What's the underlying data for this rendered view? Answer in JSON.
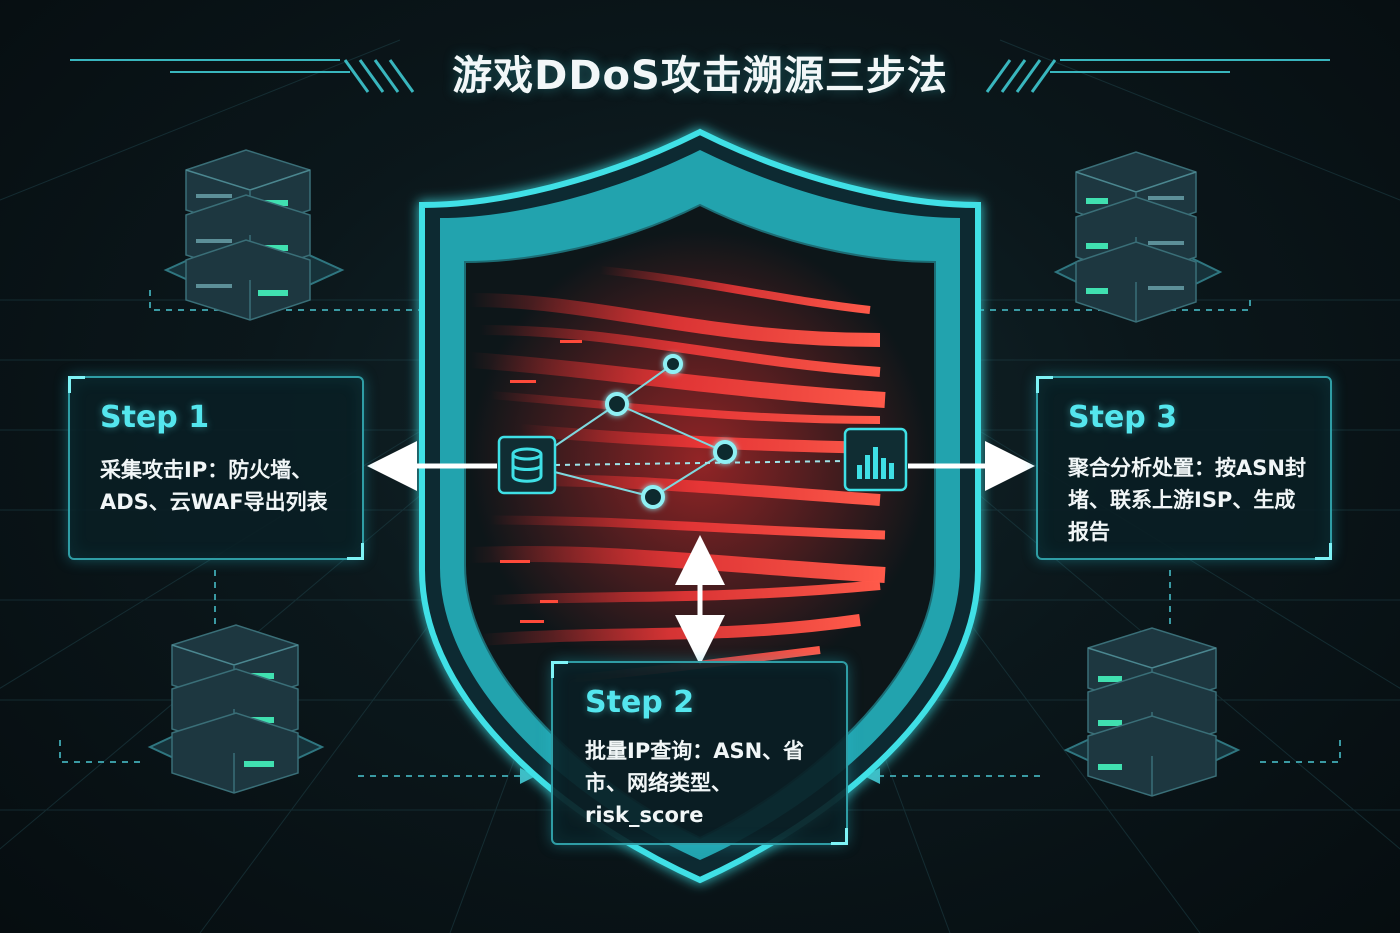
{
  "title": "游戏DDoS攻击溯源三步法",
  "steps": [
    {
      "label": "Step 1",
      "desc": "采集攻击IP：防火墙、ADS、云WAF导出列表"
    },
    {
      "label": "Step 2",
      "desc": "批量IP查询：ASN、省市、网络类型、risk_score"
    },
    {
      "label": "Step 3",
      "desc": "聚合分析处置：按ASN封堵、联系上游ISP、生成报告"
    }
  ],
  "icons": {
    "left_node": "database-icon",
    "right_node": "bar-chart-icon",
    "center": "shield-icon",
    "servers": "server-rack-icon"
  },
  "colors": {
    "accent": "#3fe0e6",
    "attack": "#ff2f2f",
    "background": "#0b171b"
  }
}
